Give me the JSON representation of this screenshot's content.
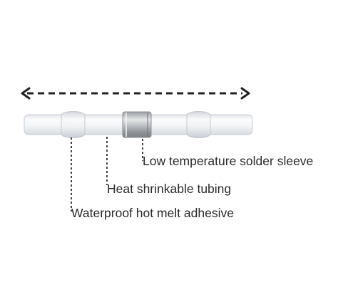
{
  "diagram": {
    "subject": "heat shrink solder connector",
    "dimension_arrow": {
      "style": "dashed",
      "ends": "both",
      "color": "#222222"
    },
    "callouts": [
      {
        "id": "solder",
        "label": "Low temperature solder sleeve"
      },
      {
        "id": "tubing",
        "label": "Heat shrinkable tubing"
      },
      {
        "id": "adhesive",
        "label": "Waterproof hot melt adhesive"
      }
    ],
    "colors": {
      "background": "#ffffff",
      "tube": "#f4f5f7",
      "tube_outline": "#c9ccd1",
      "solder_band": "#a9acb0",
      "text": "#2b2b2b"
    }
  }
}
